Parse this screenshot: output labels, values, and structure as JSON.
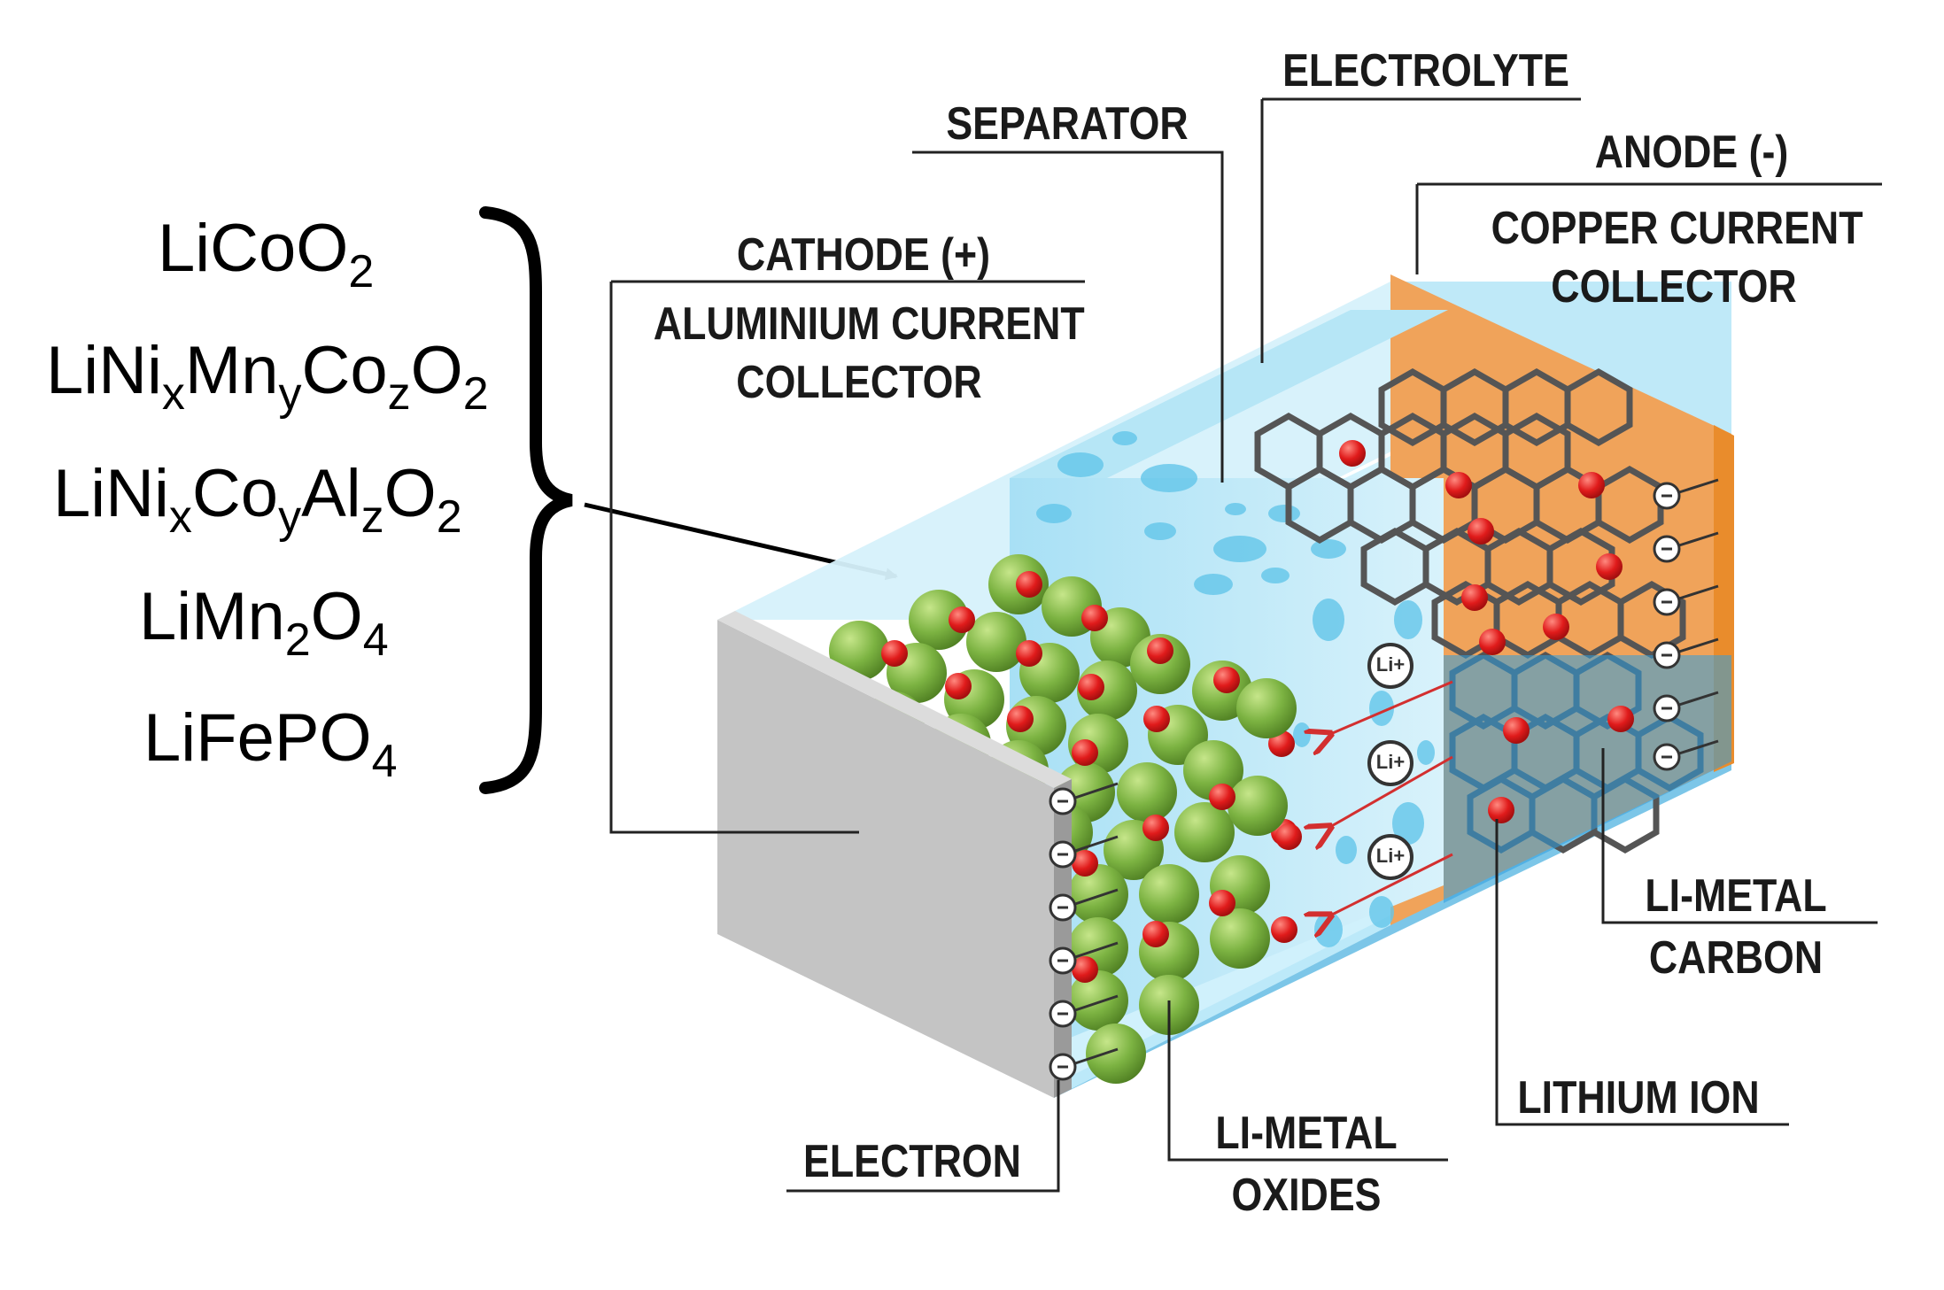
{
  "formulas": [
    {
      "parts": [
        {
          "t": "LiCoO"
        },
        {
          "sub": "2"
        }
      ]
    },
    {
      "parts": [
        {
          "t": "LiNi"
        },
        {
          "sub": "x"
        },
        {
          "t": "Mn"
        },
        {
          "sub": "y"
        },
        {
          "t": "Co"
        },
        {
          "sub": "z"
        },
        {
          "t": "O"
        },
        {
          "sub": "2"
        }
      ]
    },
    {
      "parts": [
        {
          "t": "LiNi"
        },
        {
          "sub": "x"
        },
        {
          "t": "Co"
        },
        {
          "sub": "y"
        },
        {
          "t": "Al"
        },
        {
          "sub": "z"
        },
        {
          "t": "O"
        },
        {
          "sub": "2"
        }
      ]
    },
    {
      "parts": [
        {
          "t": "LiMn"
        },
        {
          "sub": "2"
        },
        {
          "t": "O"
        },
        {
          "sub": "4"
        }
      ]
    },
    {
      "parts": [
        {
          "t": "LiFePO"
        },
        {
          "sub": "4"
        }
      ]
    }
  ],
  "labels": {
    "electrolyte": "ELECTROLYTE",
    "separator": "SEPARATOR",
    "anode": "ANODE (-)",
    "copper_1": "COPPER CURRENT",
    "copper_2": "COLLECTOR",
    "cathode": "CATHODE (+)",
    "aluminium_1": "ALUMINIUM CURRENT",
    "aluminium_2": "COLLECTOR",
    "li_metal_carbon_1": "LI-METAL",
    "li_metal_carbon_2": "CARBON",
    "lithium_ion": "LITHIUM ION",
    "li_metal_oxides_1": "LI-METAL",
    "li_metal_oxides_2": "OXIDES",
    "electron": "ELECTRON"
  },
  "ion_symbol": "Li+",
  "electron_symbol": "-",
  "colors": {
    "cathode_particle": "#7cb342",
    "lithium_ion": "#e01b1b",
    "anode_plate": "#f0a35a",
    "aluminium_plate": "#c4c4c4",
    "electrolyte": "#cdeefa",
    "separator": "#9ad9f0",
    "graphite": "#555555"
  }
}
